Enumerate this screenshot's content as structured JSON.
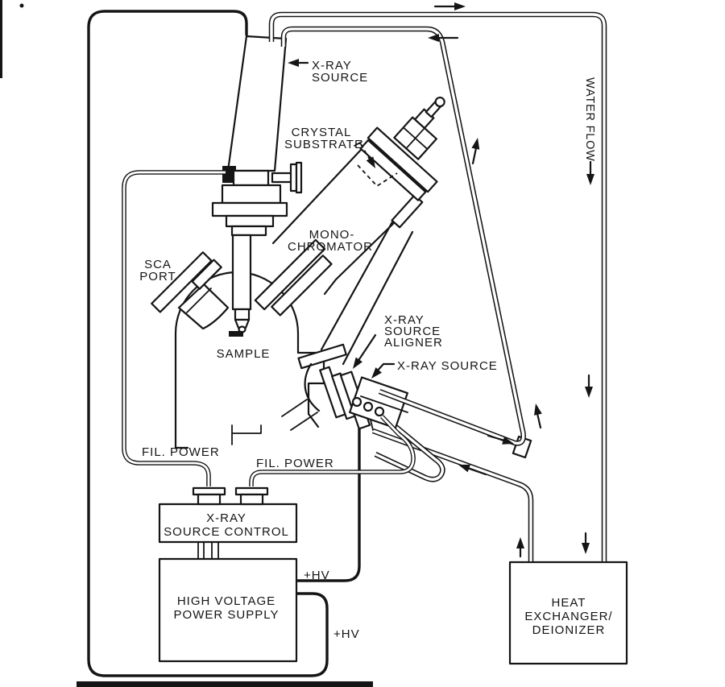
{
  "page": {
    "paper_color": "#ffffff",
    "ink_color": "#151515"
  },
  "diagram": {
    "labels": {
      "xray_source_top": [
        "X-RAY",
        "SOURCE"
      ],
      "crystal_substrate": [
        "CRYSTAL",
        "SUBSTRATE"
      ],
      "monochromator": [
        "MONO-",
        "CHROMATOR"
      ],
      "sca_port": [
        "SCA",
        "PORT"
      ],
      "sample": "SAMPLE",
      "xray_source_aligner": [
        "X-RAY",
        "SOURCE",
        "ALIGNER"
      ],
      "xray_source_2": "X-RAY SOURCE",
      "water_flow": "WATER FLOW",
      "fil_power_1": "FIL. POWER",
      "fil_power_2": "FIL. POWER",
      "hv_plus_1": "+HV",
      "hv_plus_2": "+HV",
      "source_control_box": [
        "X-RAY",
        "SOURCE CONTROL"
      ],
      "hv_supply_box": [
        "HIGH VOLTAGE",
        "POWER SUPPLY"
      ],
      "heat_exchanger_box": [
        "HEAT",
        "EXCHANGER/",
        "DEIONIZER"
      ]
    }
  }
}
